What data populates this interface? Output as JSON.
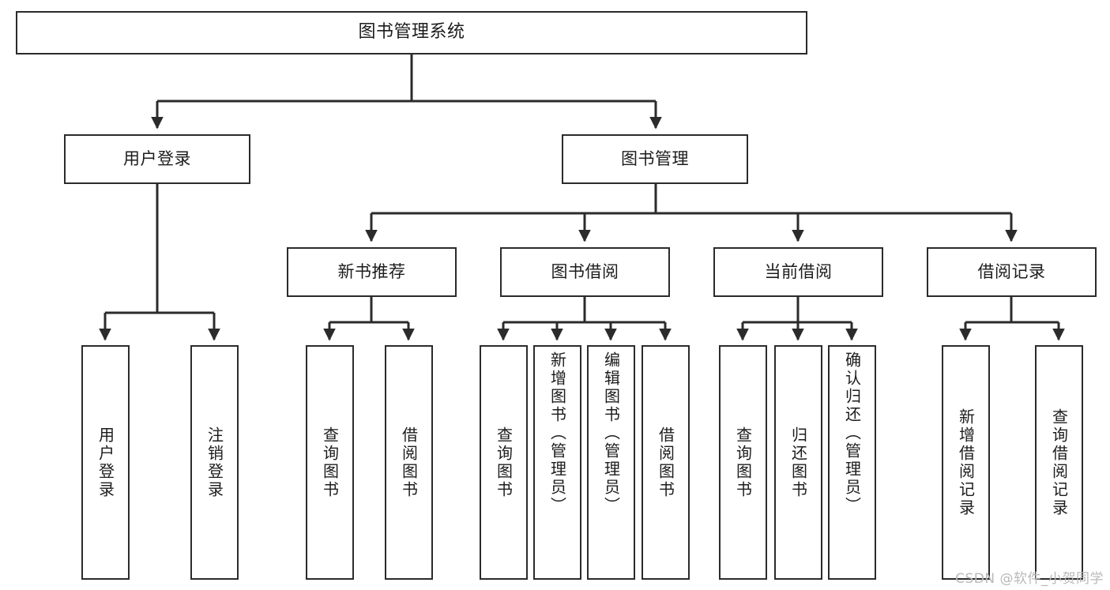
{
  "diagram": {
    "type": "tree",
    "title": "图书管理系统",
    "watermark": "CSDN @软件_小贺同学",
    "style": {
      "background": "#ffffff",
      "node_fill": "#ffffff",
      "node_border": "#2b2b2b",
      "edge_color": "#2b2b2b",
      "text_color": "#1c1c1c",
      "watermark_color": "#b9b9b9"
    },
    "nodes": {
      "root": {
        "label": "图书管理系统"
      },
      "level2": [
        {
          "id": "user-login",
          "label": "用户登录"
        },
        {
          "id": "book-manage",
          "label": "图书管理"
        }
      ],
      "level3": [
        {
          "id": "new-book-recommend",
          "label": "新书推荐"
        },
        {
          "id": "book-borrow",
          "label": "图书借阅"
        },
        {
          "id": "current-borrow",
          "label": "当前借阅"
        },
        {
          "id": "borrow-record",
          "label": "借阅记录"
        }
      ],
      "leaves": [
        {
          "id": "leaf-user-login",
          "label": "用户登录",
          "parent": "user-login"
        },
        {
          "id": "leaf-logout",
          "label": "注销登录",
          "parent": "user-login"
        },
        {
          "id": "leaf-query-book-1",
          "label": "查询图书",
          "parent": "new-book-recommend"
        },
        {
          "id": "leaf-borrow-book-1",
          "label": "借阅图书",
          "parent": "new-book-recommend"
        },
        {
          "id": "leaf-query-book-2",
          "label": "查询图书",
          "parent": "book-borrow"
        },
        {
          "id": "leaf-add-book",
          "label": "新增图书（管理员）",
          "parent": "book-borrow"
        },
        {
          "id": "leaf-edit-book",
          "label": "编辑图书（管理员）",
          "parent": "book-borrow"
        },
        {
          "id": "leaf-borrow-book-2",
          "label": "借阅图书",
          "parent": "book-borrow"
        },
        {
          "id": "leaf-query-book-3",
          "label": "查询图书",
          "parent": "current-borrow"
        },
        {
          "id": "leaf-return-book",
          "label": "归还图书",
          "parent": "current-borrow"
        },
        {
          "id": "leaf-confirm-return",
          "label": "确认归还（管理员）",
          "parent": "current-borrow"
        },
        {
          "id": "leaf-add-record",
          "label": "新增借阅记录",
          "parent": "borrow-record"
        },
        {
          "id": "leaf-query-record",
          "label": "查询借阅记录",
          "parent": "borrow-record"
        }
      ]
    }
  }
}
